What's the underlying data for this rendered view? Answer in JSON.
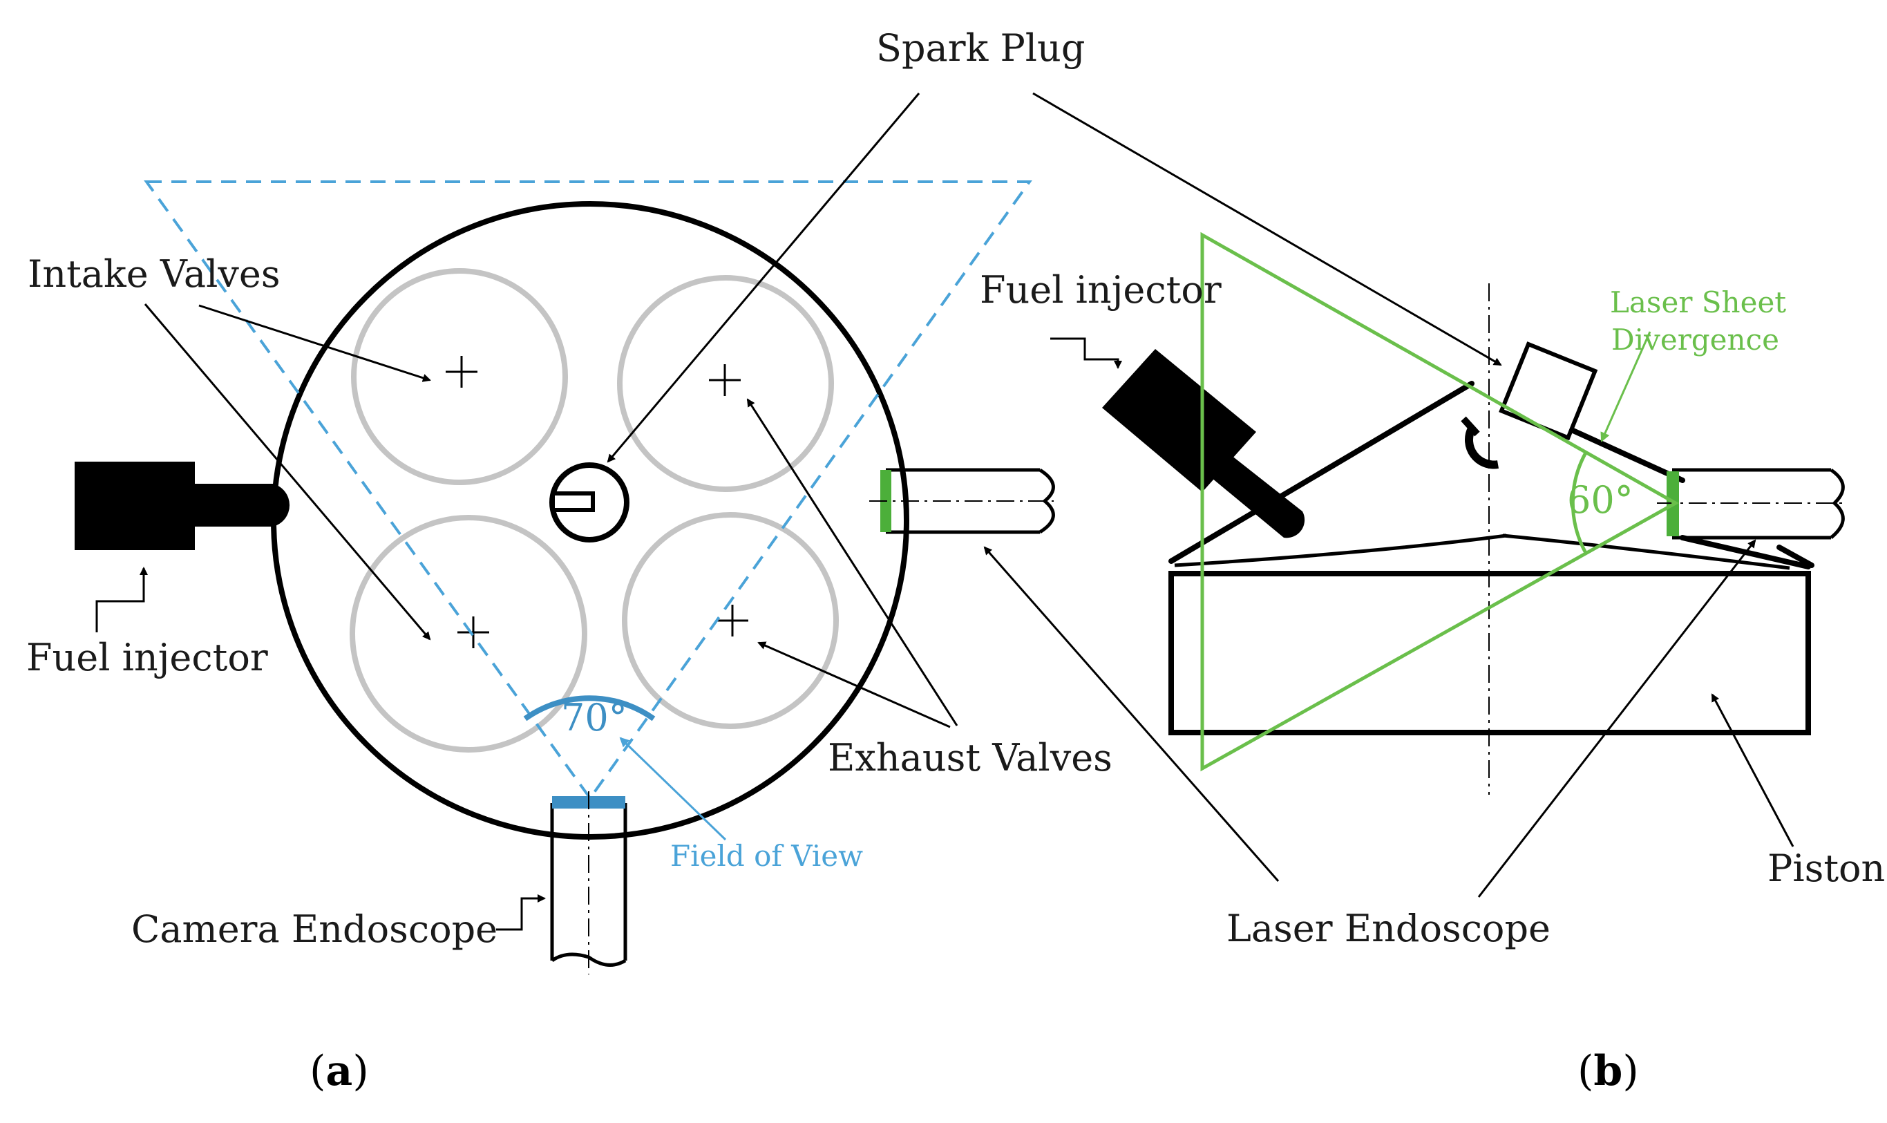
{
  "figure": {
    "labels": {
      "spark_plug": "Spark Plug",
      "intake_valves": "Intake Valves",
      "exhaust_valves": "Exhaust Valves",
      "fuel_injector_a": "Fuel injector",
      "fuel_injector_b": "Fuel injector",
      "camera_endoscope": "Camera Endoscope",
      "field_of_view": "Field of View",
      "laser_sheet_line1": "Laser Sheet",
      "laser_sheet_line2": "Divergence",
      "laser_endoscope": "Laser Endoscope",
      "piston": "Piston"
    },
    "angles": {
      "field_of_view": "70°",
      "laser_sheet": "60°"
    },
    "panels": {
      "a": {
        "open": "(",
        "letter": "a",
        "close": ")"
      },
      "b": {
        "open": "(",
        "letter": "b",
        "close": ")"
      }
    },
    "colors": {
      "field_of_view": "#4aa3d8",
      "laser_sheet": "#6abf4b",
      "valves": "#c4c4c4",
      "outline": "#000000"
    }
  }
}
